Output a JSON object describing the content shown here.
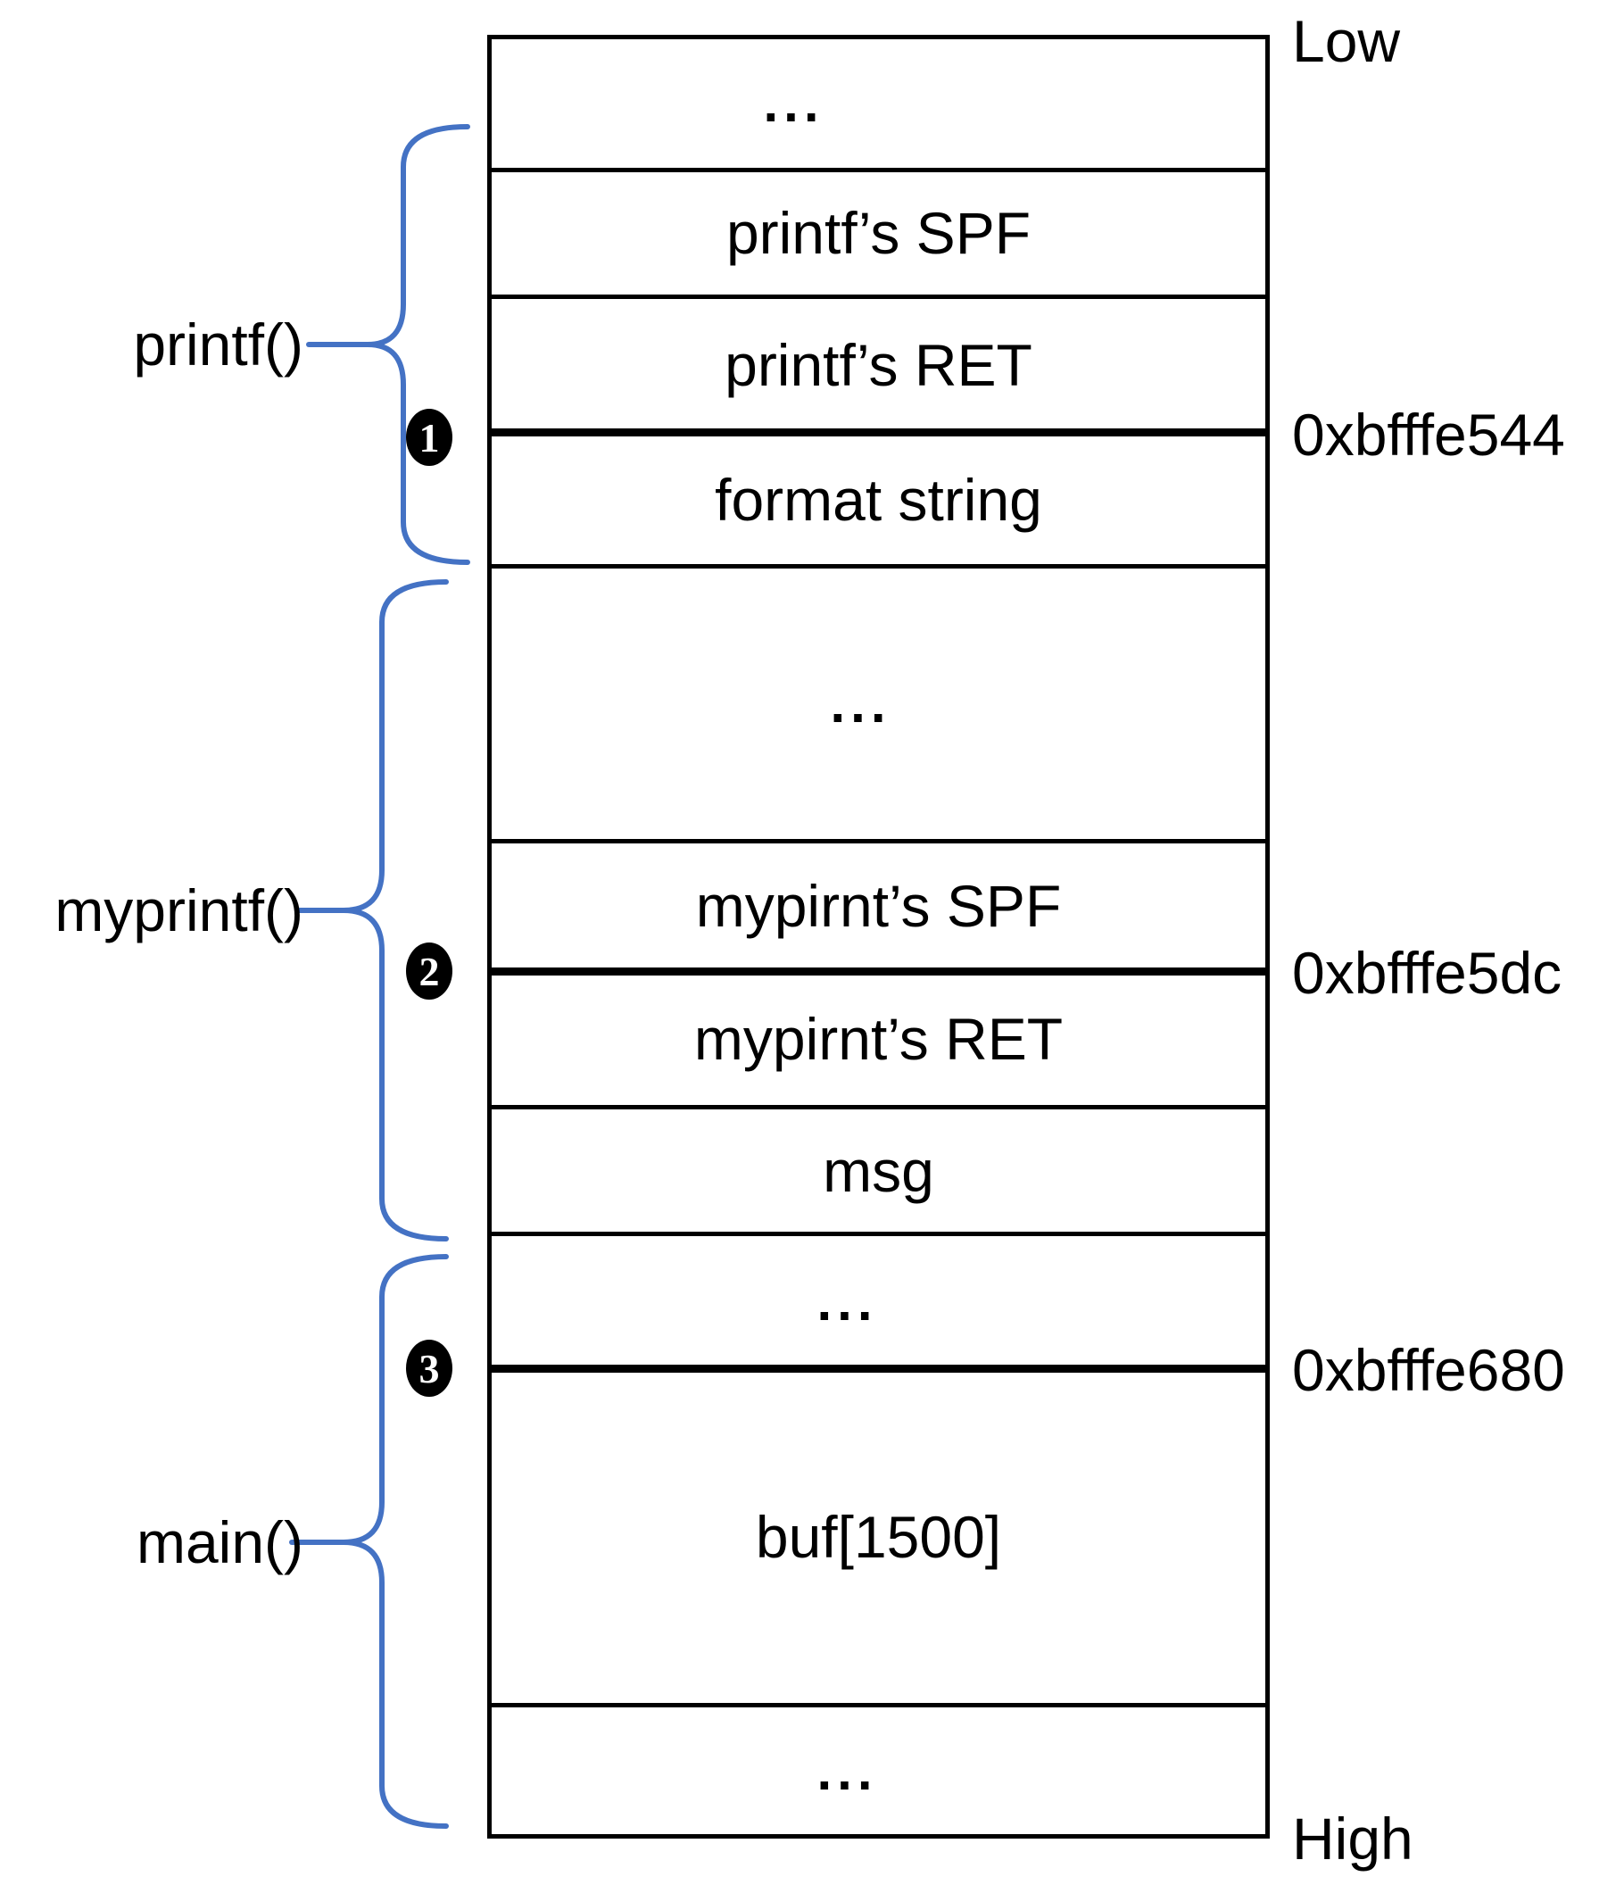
{
  "colors": {
    "accent_blue": "#4472C4"
  },
  "endpoints": {
    "low": "Low",
    "high": "High"
  },
  "addresses": [
    {
      "value": "0xbfffe544"
    },
    {
      "value": "0xbfffe5dc"
    },
    {
      "value": "0xbfffe680"
    }
  ],
  "functions": [
    {
      "name": "printf()"
    },
    {
      "name": "myprintf()"
    },
    {
      "name": "main()"
    }
  ],
  "markers": [
    {
      "number": "1"
    },
    {
      "number": "2"
    },
    {
      "number": "3"
    }
  ],
  "stack": {
    "cells": [
      {
        "label": "..."
      },
      {
        "label": "printf’s SPF"
      },
      {
        "label": "printf’s RET"
      },
      {
        "label": "format string"
      },
      {
        "label": "..."
      },
      {
        "label": "mypirnt’s SPF"
      },
      {
        "label": "mypirnt’s RET"
      },
      {
        "label": "msg"
      },
      {
        "label": "..."
      },
      {
        "label": "buf[1500]"
      },
      {
        "label": "..."
      }
    ]
  }
}
